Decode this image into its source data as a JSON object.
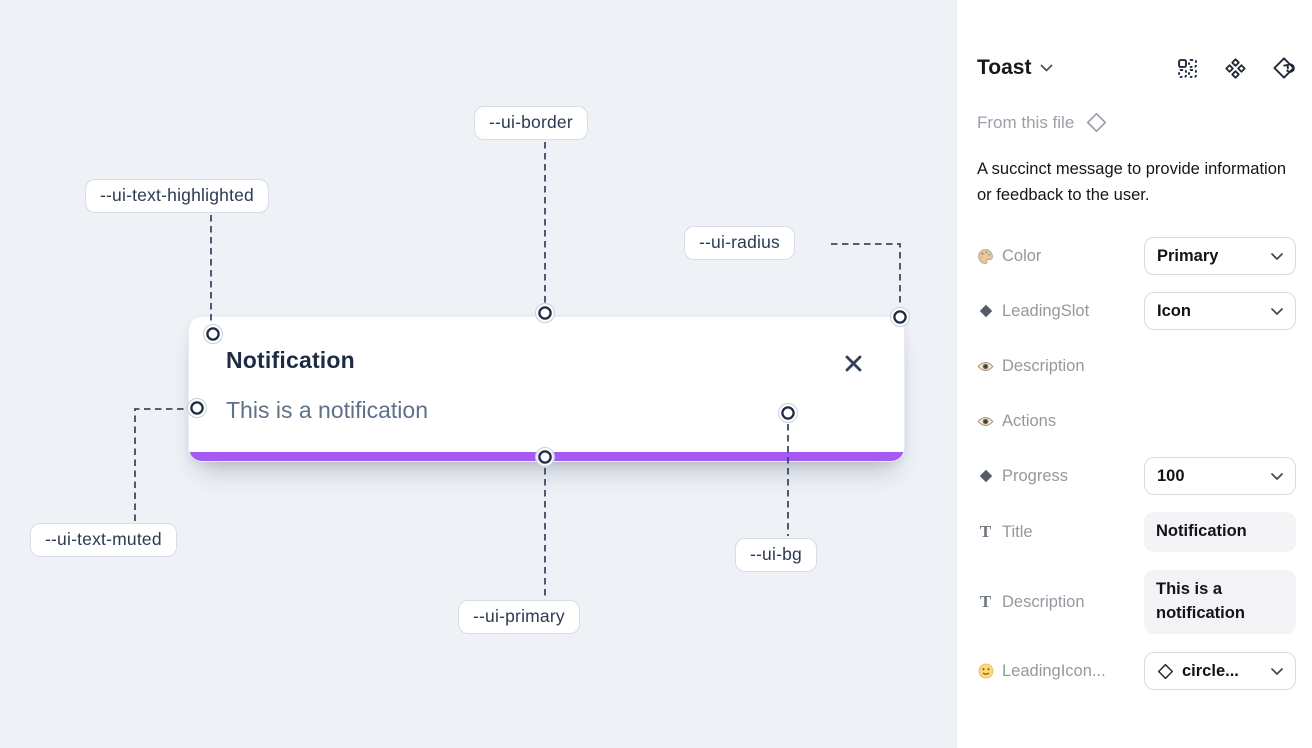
{
  "canvas": {
    "toast": {
      "title": "Notification",
      "description": "This is a notification",
      "progress_color": "#a55bf3"
    },
    "annotations": [
      {
        "label": "--ui-border"
      },
      {
        "label": "--ui-text-highlighted"
      },
      {
        "label": "--ui-radius"
      },
      {
        "label": "--ui-text-muted"
      },
      {
        "label": "--ui-primary"
      },
      {
        "label": "--ui-bg"
      }
    ]
  },
  "panel": {
    "title": "Toast",
    "source_label": "From this file",
    "description": "A succinct message to provide information or feedback to the user.",
    "header_icons": [
      "swap-instance-icon",
      "variants-icon",
      "go-to-main-component-icon"
    ],
    "colors": {
      "toggle_on": "#1f9cf4",
      "accent_purple": "#a55bf3"
    },
    "props": [
      {
        "icon": "palette-icon",
        "label": "Color",
        "type": "select",
        "value": "Primary"
      },
      {
        "icon": "diamond-icon",
        "label": "LeadingSlot",
        "type": "select",
        "value": "Icon"
      },
      {
        "icon": "eye-icon",
        "label": "Description",
        "type": "toggle",
        "value": true
      },
      {
        "icon": "eye-icon",
        "label": "Actions",
        "type": "toggle",
        "value": true
      },
      {
        "icon": "diamond-icon",
        "label": "Progress",
        "type": "select",
        "value": "100"
      },
      {
        "icon": "text-icon",
        "label": "Title",
        "type": "text",
        "value": "Notification",
        "glyph": "T"
      },
      {
        "icon": "text-icon",
        "label": "Description",
        "type": "text",
        "value": "This is a notification",
        "glyph": "T"
      },
      {
        "icon": "smiley-icon",
        "label": "LeadingIcon...",
        "type": "select-icon",
        "value": "circle..."
      }
    ]
  }
}
